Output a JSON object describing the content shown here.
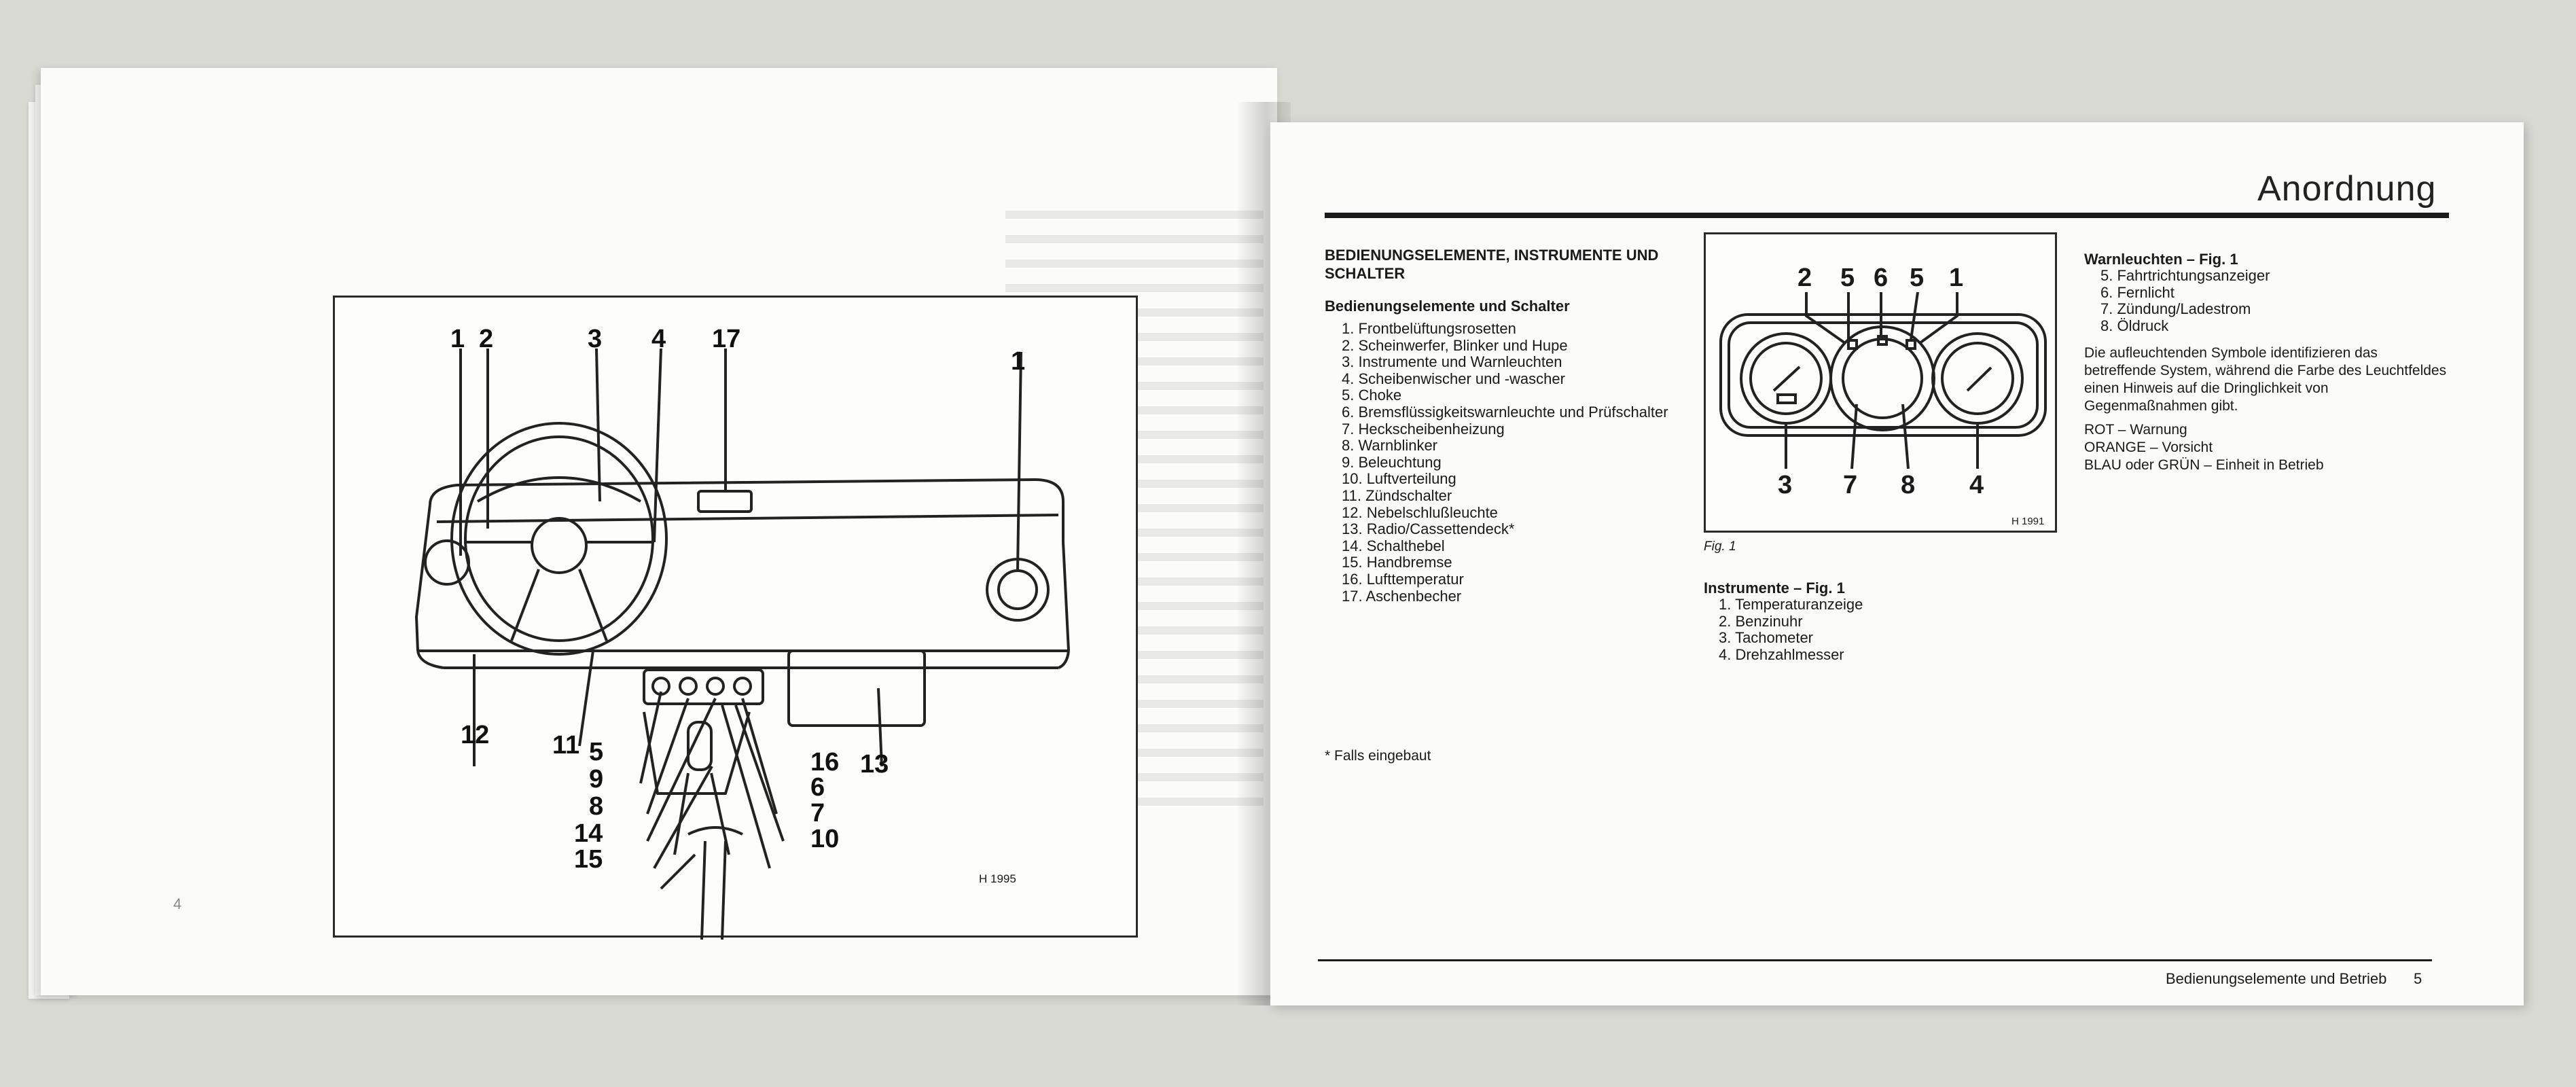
{
  "left_page": {
    "page_number": "4",
    "figure": {
      "code": "H 1995",
      "callouts": [
        "1",
        "2",
        "3",
        "4",
        "17",
        "1",
        "12",
        "11",
        "5",
        "9",
        "8",
        "14",
        "15",
        "16",
        "6",
        "7",
        "10",
        "13"
      ]
    }
  },
  "right_page": {
    "heading": "Anordnung",
    "section_title": "BEDIENUNGSELEMENTE, INSTRUMENTE UND SCHALTER",
    "controls_title": "Bedienungselemente und Schalter",
    "controls": [
      "1. Frontbelüftungsrosetten",
      "2. Scheinwerfer, Blinker und Hupe",
      "3. Instrumente und Warnleuchten",
      "4. Scheibenwischer und -wascher",
      "5. Choke",
      "6. Bremsflüssigkeitswarnleuchte und Prüfschalter",
      "7. Heckscheibenheizung",
      "8. Warnblinker",
      "9. Beleuchtung",
      "10. Luftverteilung",
      "11. Zündschalter",
      "12. Nebelschlußleuchte",
      "13. Radio/Cassettendeck*",
      "14. Schalthebel",
      "15. Handbremse",
      "16. Lufttemperatur",
      "17. Aschenbecher"
    ],
    "footnote": "* Falls eingebaut",
    "gauge_figure": {
      "code": "H 1991",
      "caption": "Fig. 1",
      "callouts_top": [
        "2",
        "5",
        "6",
        "5",
        "1"
      ],
      "callouts_bottom": [
        "3",
        "7",
        "8",
        "4"
      ]
    },
    "instruments_title": "Instrumente – Fig. 1",
    "instruments": [
      "1. Temperaturanzeige",
      "2. Benzinuhr",
      "3. Tachometer",
      "4. Drehzahlmesser"
    ],
    "warning_title": "Warnleuchten – Fig. 1",
    "warning_lights": [
      "5. Fahrtrichtungsanzeiger",
      "6. Fernlicht",
      "7. Zündung/Ladestrom",
      "8. Öldruck"
    ],
    "warning_paragraph": "Die aufleuchtenden Symbole identifizieren das betreffende System, während die Farbe des Leuchtfeldes einen Hinweis auf die Dringlichkeit von Gegenmaßnahmen gibt.",
    "color_codes": [
      "ROT – Warnung",
      "ORANGE – Vorsicht",
      "BLAU oder GRÜN – Einheit in Betrieb"
    ],
    "footer_text": "Bedienungselemente und Betrieb",
    "page_number": "5"
  }
}
